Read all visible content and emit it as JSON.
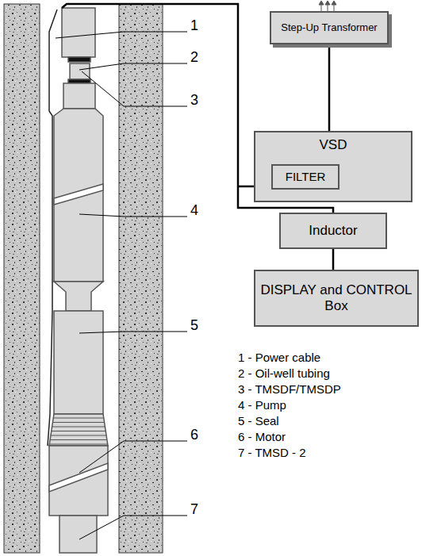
{
  "diagram": {
    "nodes": [
      {
        "text": [
          "Step-Up Transformer"
        ]
      },
      {
        "text": [
          "VSD"
        ]
      },
      {
        "text": [
          "FILTER"
        ],
        "in": 1
      },
      {
        "text": [
          "Inductor"
        ]
      },
      {
        "text": [
          "DISPLAY and CONTROL Box"
        ]
      }
    ],
    "edges": [
      {
        "from": 0,
        "to": 1,
        "arrow": "none"
      },
      {
        "from": 3,
        "to": 4,
        "arrow": "none"
      }
    ],
    "labels": [
      "1",
      "2",
      "3",
      "4",
      "5",
      "6",
      "7",
      "1 - Power cable",
      "2 - Oil-well tubing",
      "3 - TMSDF/TMSDP",
      "4 - Pump",
      "5 - Seal",
      "6 - Motor",
      "7 - TMSD - 2"
    ]
  }
}
